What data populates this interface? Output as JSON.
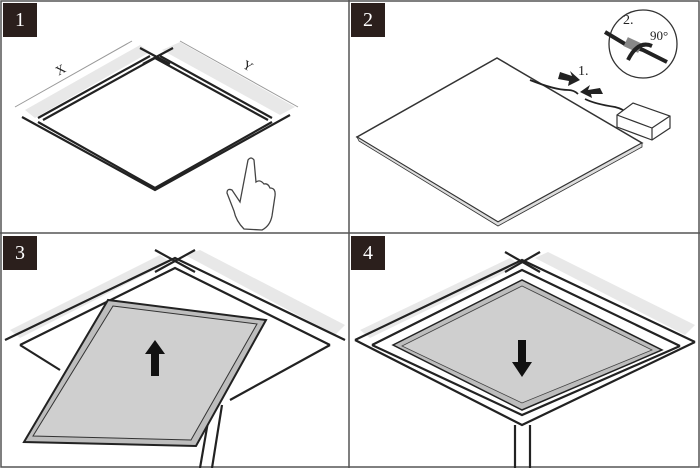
{
  "steps": [
    {
      "number": "1",
      "dimension_labels": {
        "x": "X",
        "y": "Y"
      }
    },
    {
      "number": "2",
      "callouts": {
        "step1": "1.",
        "step2": "2.",
        "rotation": "90°"
      }
    },
    {
      "number": "3"
    },
    {
      "number": "4"
    }
  ],
  "colors": {
    "badge": "#2b1f1c",
    "panel_fill": "#c8c8c8",
    "ceiling_fill": "#e6e6e6",
    "line": "#222222"
  }
}
